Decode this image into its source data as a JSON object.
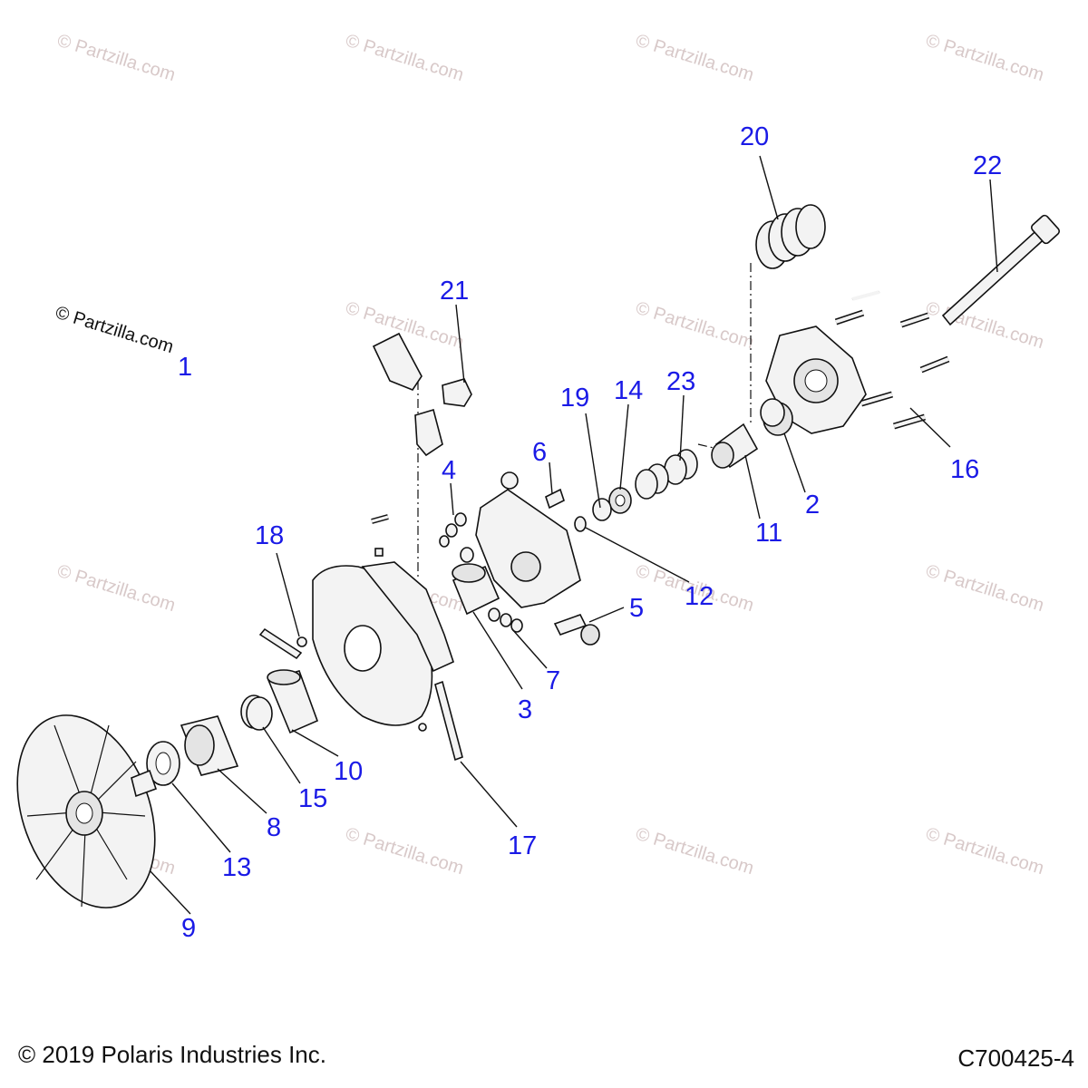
{
  "watermark": {
    "text": "© Partzilla.com",
    "text_prominent": "© Partzilla.com"
  },
  "callouts": [
    "20",
    "22",
    "21",
    "1",
    "19",
    "14",
    "23",
    "6",
    "4",
    "16",
    "2",
    "11",
    "18",
    "12",
    "5",
    "7",
    "3",
    "10",
    "15",
    "8",
    "13",
    "9",
    "17"
  ],
  "footer": {
    "copyright": "© 2019 Polaris Industries Inc.",
    "diagram_code": "C700425-4"
  }
}
